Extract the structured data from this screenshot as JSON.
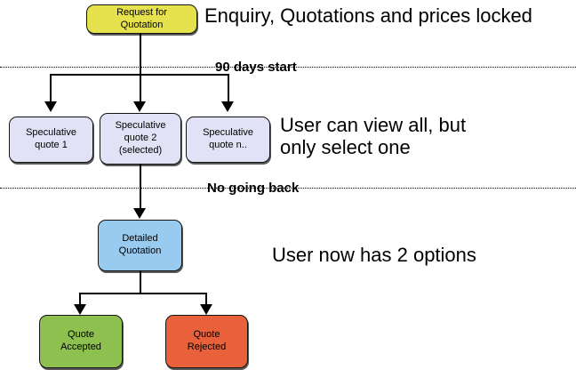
{
  "flowchart": {
    "nodes": {
      "request": {
        "label": "Request for\nQuotation",
        "color": "#e6e24e"
      },
      "spec1": {
        "label": "Speculative\nquote 1",
        "color": "#e2e2f6"
      },
      "spec2": {
        "label": "Speculative\nquote 2\n(selected)",
        "color": "#e2e2f6"
      },
      "specn": {
        "label": "Speculative\nquote n..",
        "color": "#e2e2f6"
      },
      "detailed": {
        "label": "Detailed\nQuotation",
        "color": "#99caf0"
      },
      "accepted": {
        "label": "Quote\nAccepted",
        "color": "#8dc04f"
      },
      "rejected": {
        "label": "Quote\nRejected",
        "color": "#e8613a"
      }
    },
    "dividers": [
      {
        "label": "90 days start"
      },
      {
        "label": "No going back"
      }
    ],
    "annotations": [
      {
        "text": "Enquiry, Quotations and prices locked"
      },
      {
        "text": "User can view all, but\nonly select one"
      },
      {
        "text": "User now has 2 options"
      }
    ],
    "line_color": "#000000"
  }
}
